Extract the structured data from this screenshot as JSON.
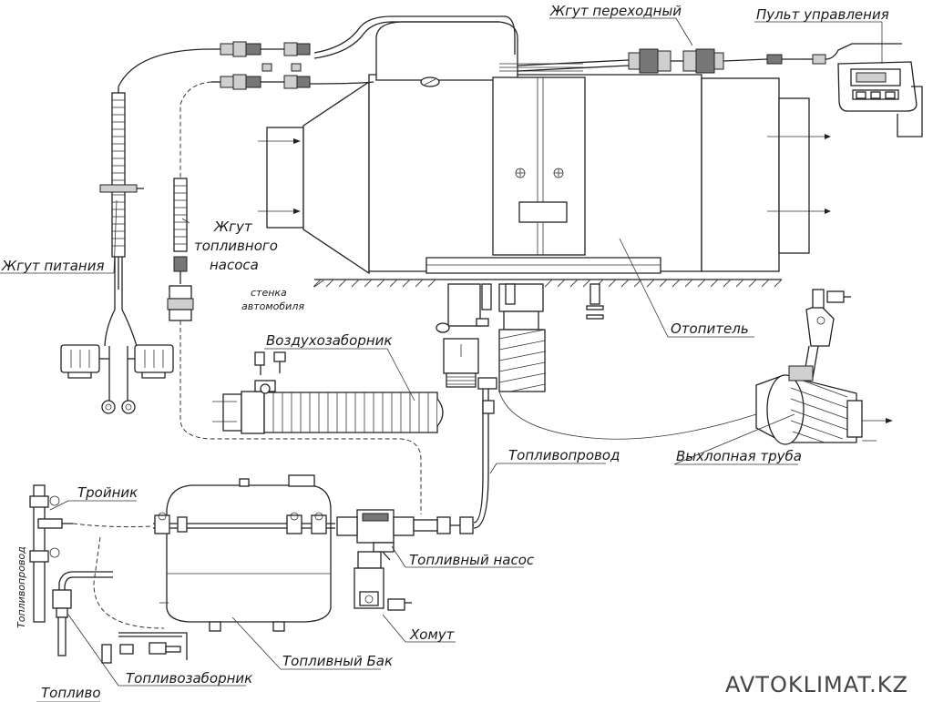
{
  "labels": {
    "harness_adapter": "Жгут переходный",
    "control_panel": "Пульт управления",
    "pump_harness_1": "Жгут",
    "pump_harness_2": "топливного",
    "pump_harness_3": "насоса",
    "power_harness": "Жгут питания",
    "car_wall_1": "стенка",
    "car_wall_2": "автомобиля",
    "air_intake": "Воздухозаборник",
    "heater": "Отопитель",
    "exhaust_pipe": "Выхлопная труба",
    "fuel_line": "Топливопровод",
    "tee": "Тройник",
    "fuel_line_vertical": "Топливопровод",
    "fuel_pump": "Топливный насос",
    "clamp": "Хомут",
    "fuel_tank": "Топливный Бак",
    "fuel_intake": "Топливозаборник",
    "fuel": "Топливо"
  },
  "watermark": "AVTOKLIMAT.KZ"
}
